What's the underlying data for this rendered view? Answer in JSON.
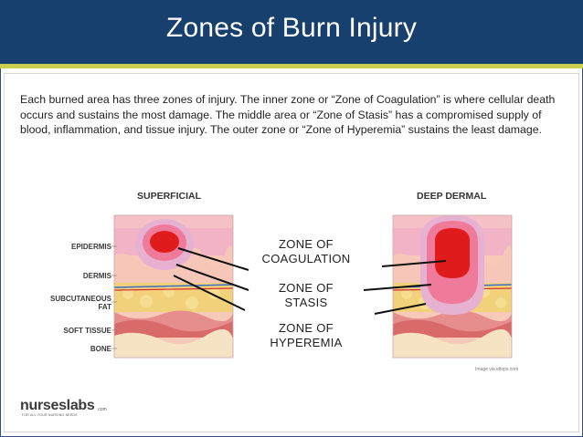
{
  "header": {
    "title": "Zones of Burn Injury",
    "background_color": "#17406f",
    "accent_color": "#c9cf4f"
  },
  "intro_text": "Each burned area has three zones of injury. The inner zone or “Zone of Coagulation” is where cellular death occurs and sustains the most damage. The middle area or “Zone of Stasis” has a compromised supply of blood, inflammation, and tissue injury. The outer zone or “Zone of Hyperemia” sustains the least damage.",
  "diagram": {
    "left_caption": "SUPERFICIAL",
    "right_caption": "DEEP DERMAL",
    "layers": {
      "epidermis": "EPIDERMIS",
      "dermis": "DERMIS",
      "subcutaneous_line1": "SUBCUTANEOUS",
      "subcutaneous_line2": "FAT",
      "soft_tissue": "SOFT TISSUE",
      "bone": "BONE"
    },
    "zones": {
      "coagulation_line1": "ZONE OF",
      "coagulation_line2": "COAGULATION",
      "stasis_line1": "ZONE OF",
      "stasis_line2": "STASIS",
      "hyperemia_line1": "ZONE OF",
      "hyperemia_line2": "HYPEREMIA"
    },
    "zone_colors": {
      "coagulation": "#e01b1b",
      "stasis": "#f07a9a",
      "hyperemia": "#e7b1d1"
    },
    "image_credit": "Image via idtops.com"
  },
  "footer": {
    "logo_text": "nurseslabs",
    "logo_suffix": ".com",
    "logo_tagline": "FOR ALL YOUR NURSING NEEDS"
  }
}
